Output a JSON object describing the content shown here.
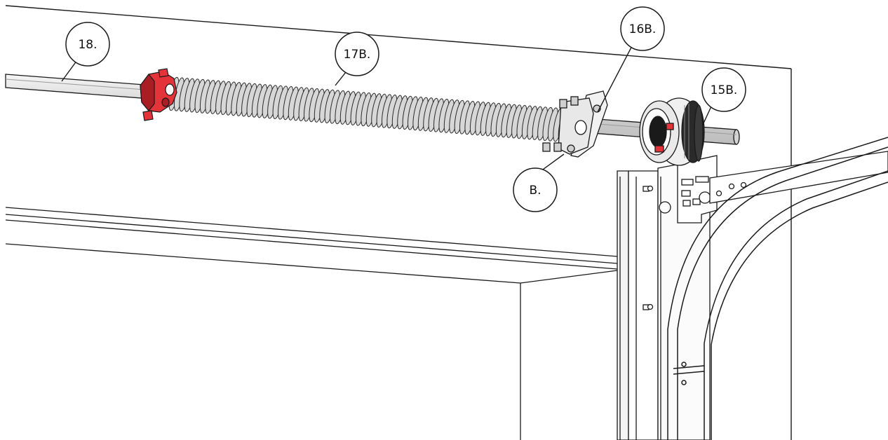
{
  "colors": {
    "line": "#1a1a1a",
    "bracket": "#f2f2f2",
    "shaft": "#dddddd",
    "spring": "#d7d7d7",
    "cone": "#e5333a",
    "cone_dark": "#a81e24",
    "drum": "#e9e9e9",
    "drum_dark": "#222222"
  },
  "callouts": [
    {
      "id": "shaft",
      "label": "18.",
      "icon": "callout-circle"
    },
    {
      "id": "spring",
      "label": "17B.",
      "icon": "callout-circle"
    },
    {
      "id": "center-bracket",
      "label": "16B.",
      "icon": "callout-circle"
    },
    {
      "id": "cable-drum",
      "label": "15B.",
      "icon": "callout-circle"
    },
    {
      "id": "bracket-bolts",
      "label": "B.",
      "icon": "callout-circle"
    }
  ]
}
